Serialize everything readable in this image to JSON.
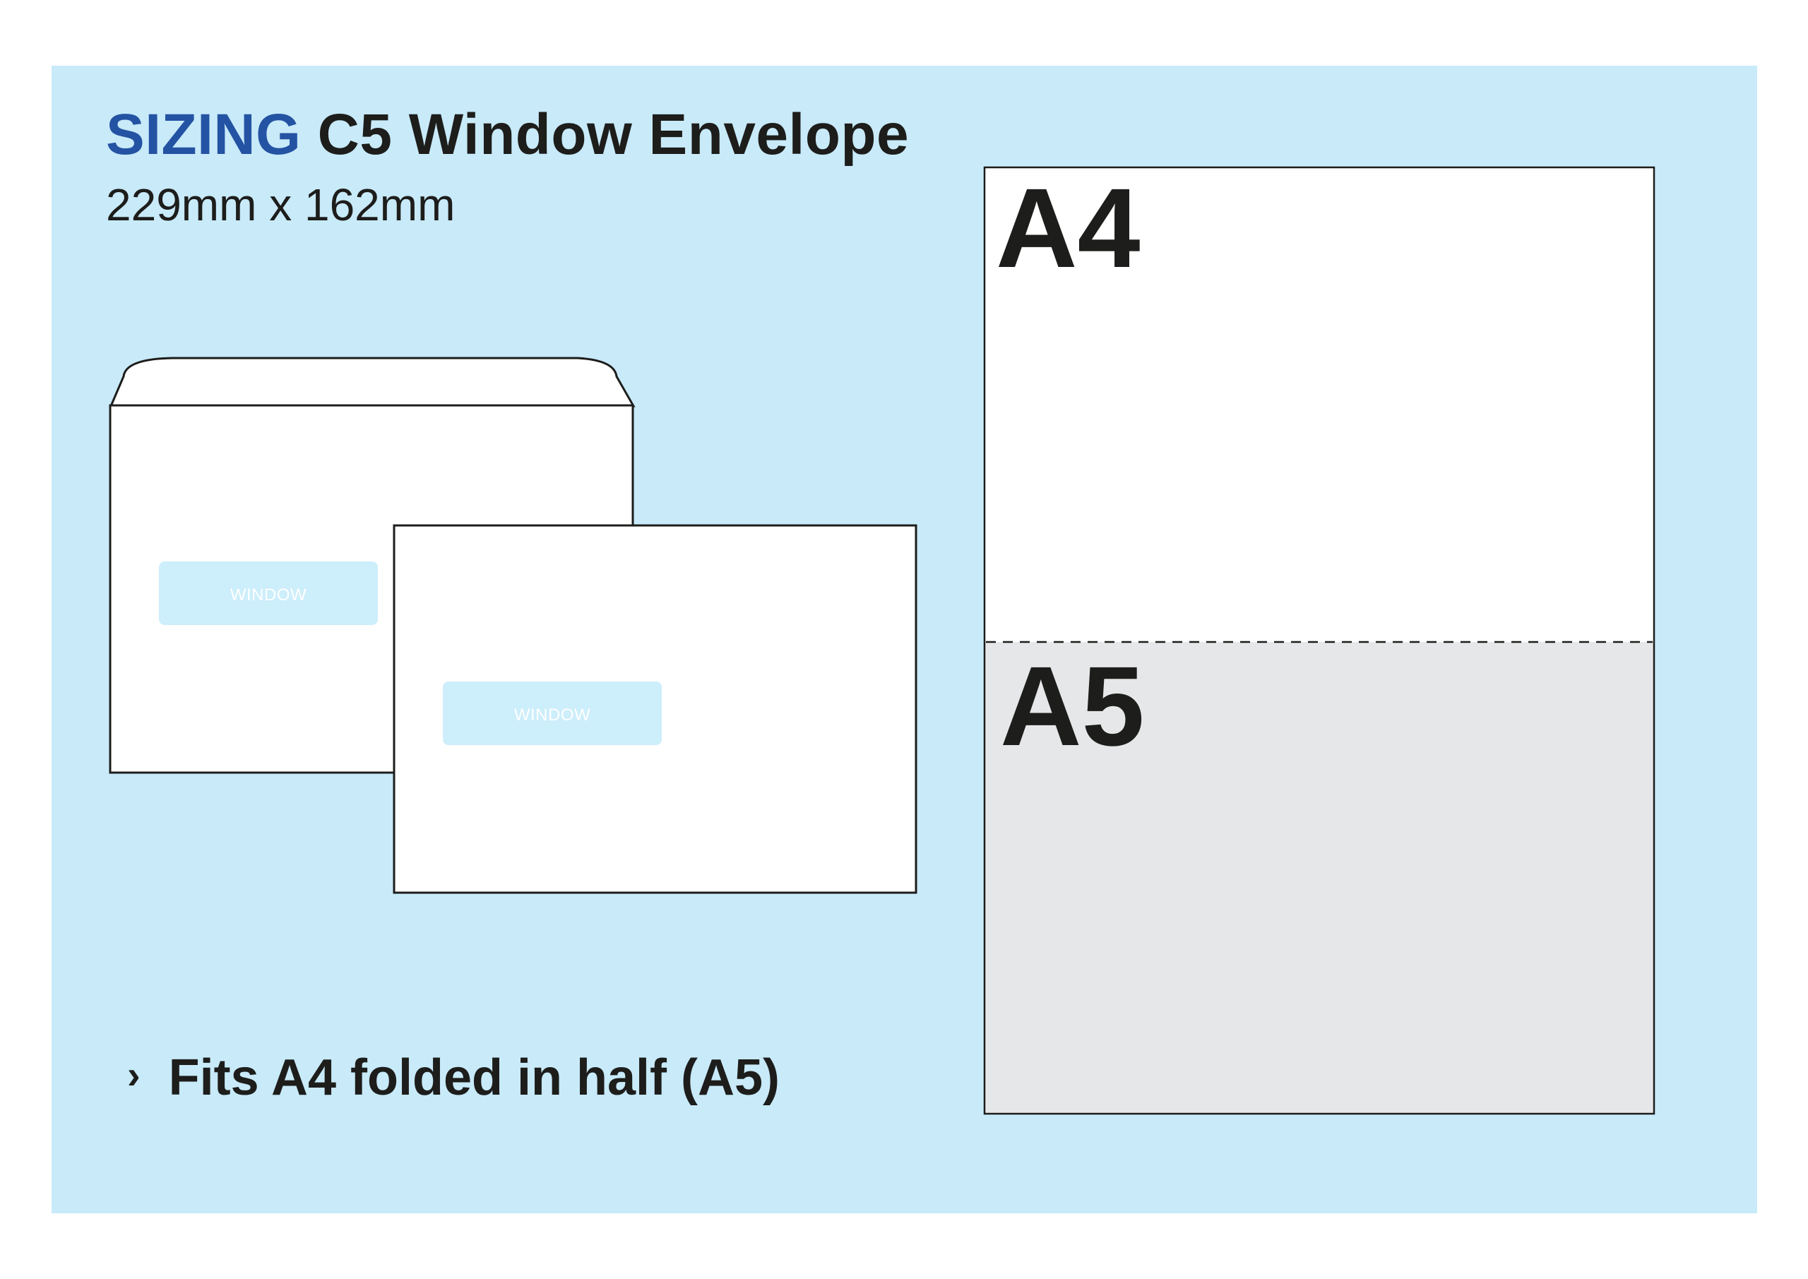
{
  "header": {
    "accent_word": "SIZING",
    "title_rest": "C5 Window Envelope",
    "dimensions": "229mm x 162mm"
  },
  "envelopes": {
    "back_window_label": "WINDOW",
    "front_window_label": "WINDOW"
  },
  "paper": {
    "top_label": "A4",
    "bottom_label": "A5"
  },
  "note": {
    "bullet_icon": "chevron-right-icon",
    "text": "Fits A4 folded in half (A5)"
  },
  "colors": {
    "panel_background": "#c8eaf9",
    "accent": "#2453a3",
    "text": "#1d1d1b",
    "window_fill": "#cdeefb",
    "a5_fill": "#e6e7e9"
  }
}
